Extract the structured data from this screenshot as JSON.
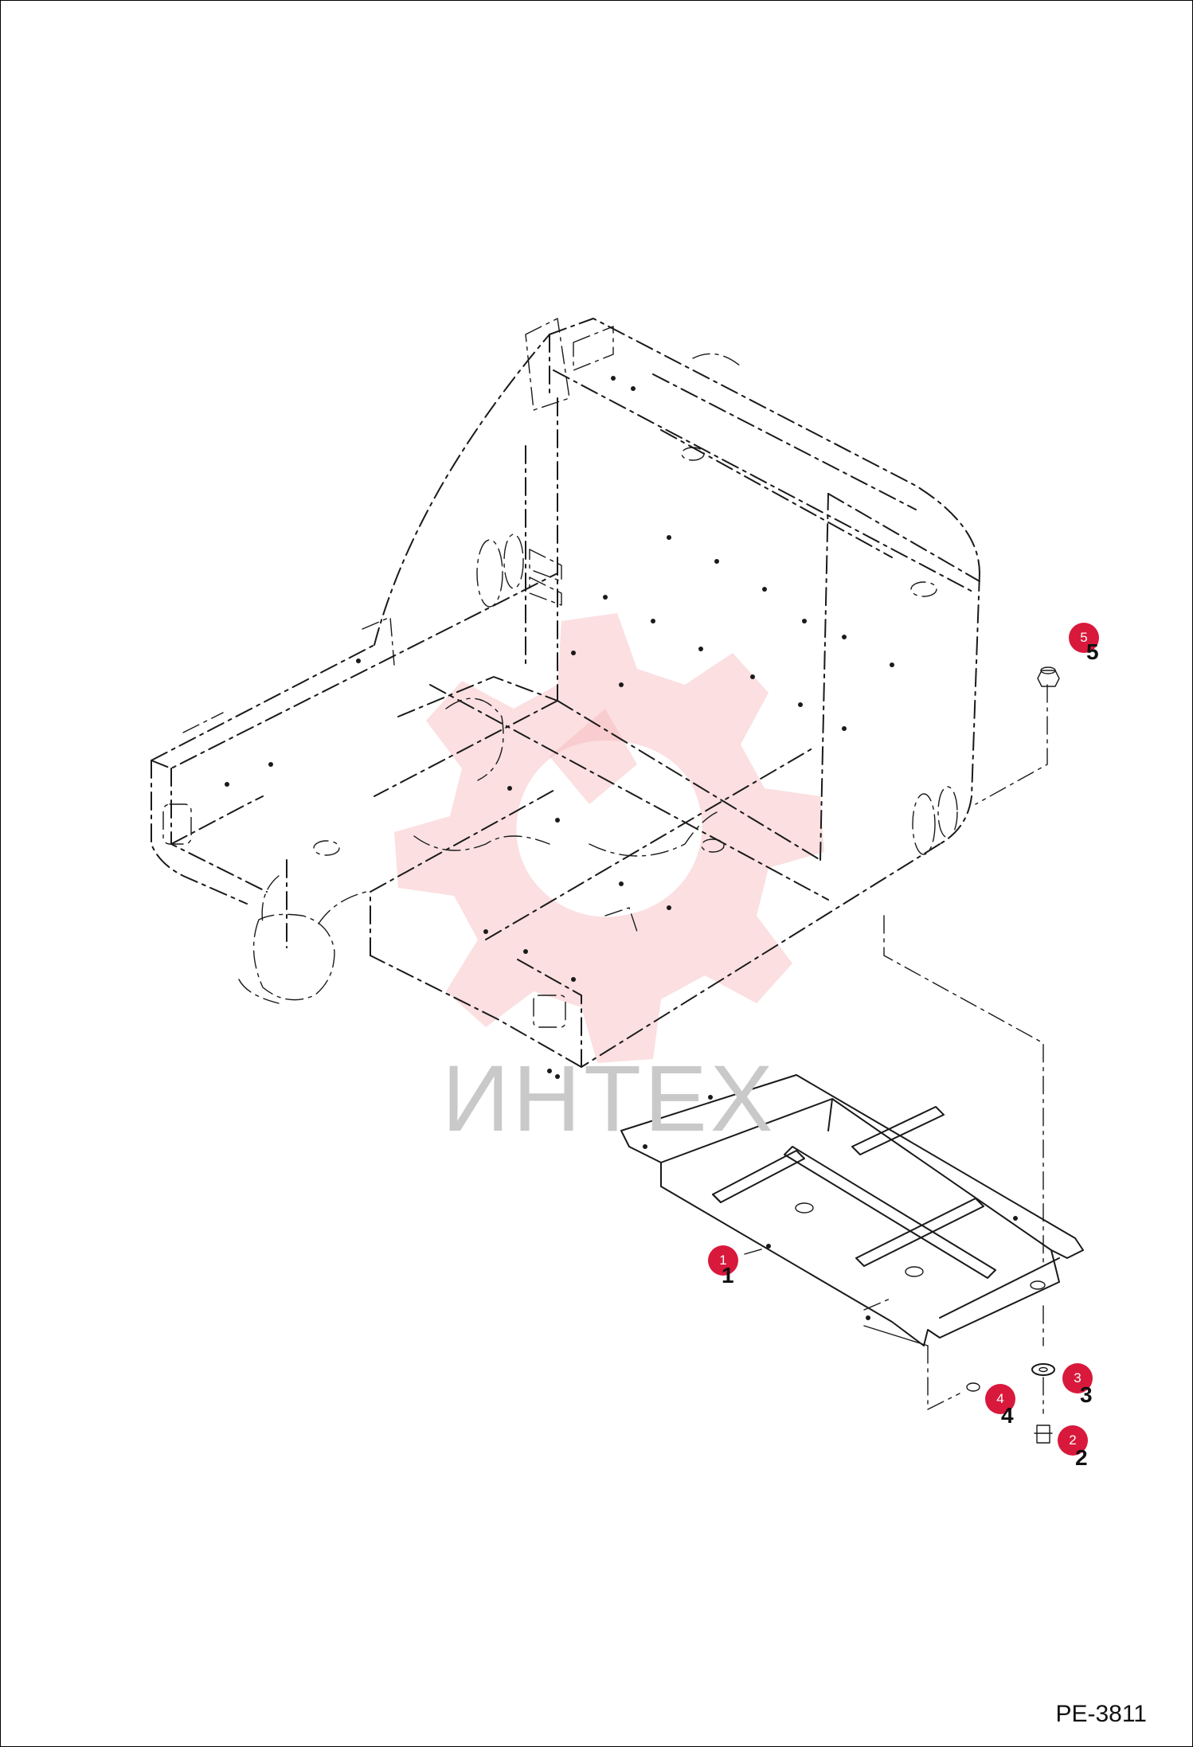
{
  "watermark": {
    "text": "ИНТЕХ",
    "gear_color": "#f6b8bc"
  },
  "callout_color": "#d8193c",
  "callouts": [
    {
      "id": "1",
      "ref": "1"
    },
    {
      "id": "2",
      "ref": "2"
    },
    {
      "id": "3",
      "ref": "3"
    },
    {
      "id": "4",
      "ref": "4"
    },
    {
      "id": "5",
      "ref": "5"
    }
  ],
  "drawing_number": "PE-3811"
}
